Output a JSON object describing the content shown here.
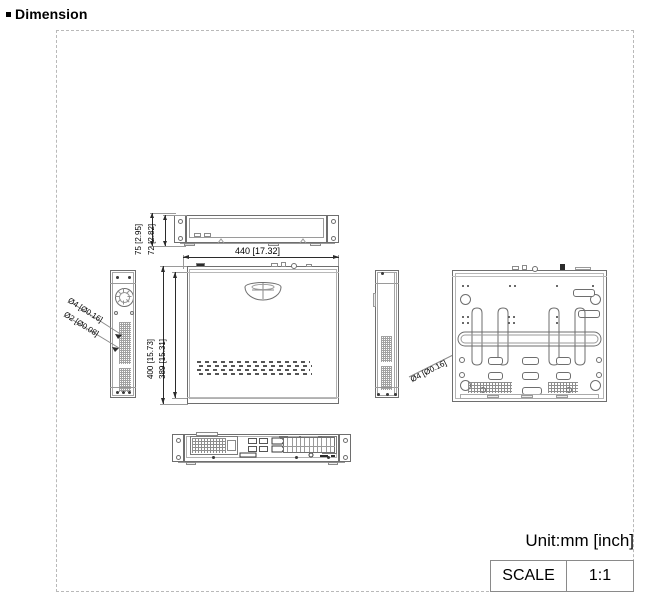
{
  "header": {
    "bullet": "square-bullet",
    "title": "Dimension"
  },
  "drawing": {
    "name": "product-dimension-drawing",
    "views": [
      {
        "id": "front-view",
        "label": "front-view"
      },
      {
        "id": "left-side-view",
        "label": "left-side-view"
      },
      {
        "id": "top-view",
        "label": "top-view"
      },
      {
        "id": "right-side-view",
        "label": "right-side-view"
      },
      {
        "id": "bottom-view",
        "label": "bottom-view"
      },
      {
        "id": "rear-view",
        "label": "rear-view"
      }
    ],
    "dimensions": {
      "height_overall": "75 [2.95]",
      "height_body": "72 [2.82]",
      "width_overall": "440 [17.32]",
      "depth_overall": "400 [15.73]",
      "depth_body": "389 [15.31]",
      "hole_large_left": "Ø4 [Ø0.16]",
      "hole_small_left": "Ø2 [Ø0.08]",
      "hole_right": "Ø4 [Ø0.16]"
    }
  },
  "legend": {
    "unit": "Unit:mm [inch]",
    "scale_label": "SCALE",
    "scale_value": "1:1"
  },
  "colors": {
    "line": "#6e6e6e",
    "line_dark": "#2b2b2b",
    "frame_dash": "#b9b9b9",
    "text": "#000000"
  }
}
